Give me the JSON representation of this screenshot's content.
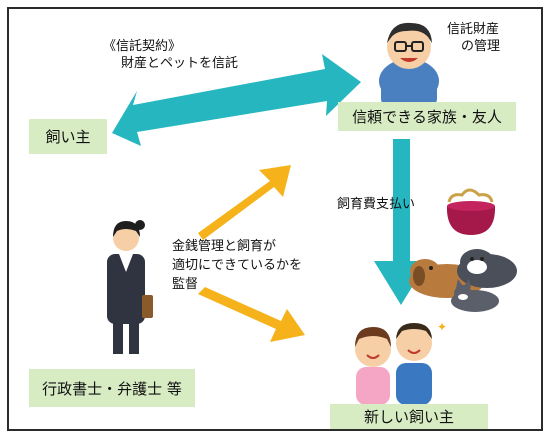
{
  "nodes": {
    "owner": "飼い主",
    "trusted": "信頼できる家族・友人",
    "lawyer": "行政書士・弁護士 等",
    "new_owner": "新しい飼い主"
  },
  "labels": {
    "contract_title": "《信託契約》",
    "contract_body": "財産とペットを信託",
    "management_line1": "信託財産",
    "management_line2": "の管理",
    "payment": "飼育費支払い",
    "supervise_line1": "金銭管理と飼育が",
    "supervise_line2": "適切にできているかを",
    "supervise_line3": "監督"
  },
  "colors": {
    "teal_arrow": "#25b6bf",
    "orange_arrow": "#f5b21a",
    "node_box": "#d8ecc4",
    "border": "#2b2b2b"
  }
}
